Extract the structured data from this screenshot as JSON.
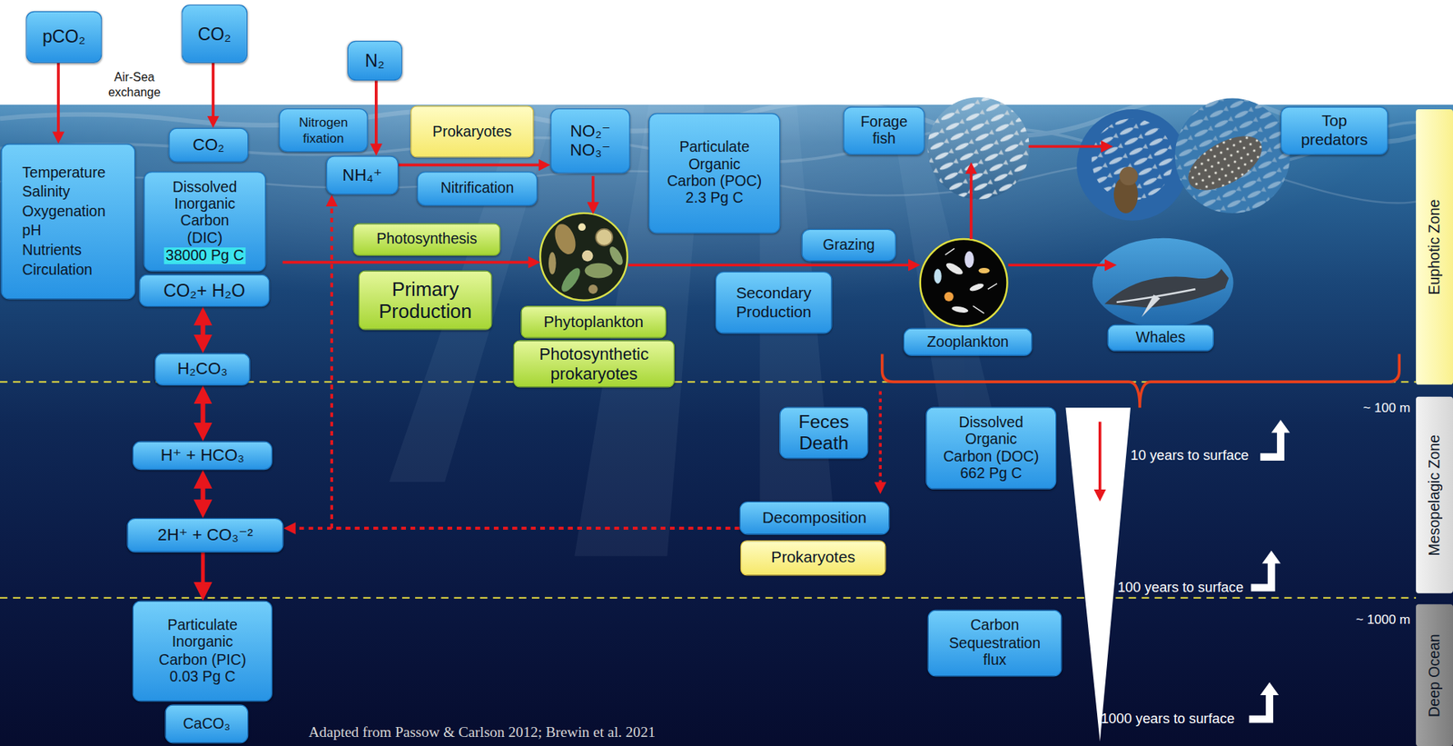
{
  "diagram": {
    "nodes": [
      {
        "text": [
          "pCO₂"
        ]
      },
      {
        "text": [
          "CO₂"
        ]
      },
      {
        "text": [
          "N₂"
        ]
      },
      {
        "text": [
          "Temperature Salinity Oxygenation pH Nutrients Circulation"
        ]
      },
      {
        "text": [
          "CO₂"
        ]
      },
      {
        "text": [
          "Nitrogen fixation"
        ]
      },
      {
        "text": [
          "Prokaryotes"
        ]
      },
      {
        "text": [
          "NO₂⁻ NO₃⁻"
        ]
      },
      {
        "text": [
          "Particulate Organic Carbon (POC)",
          "2.3 Pg C"
        ]
      },
      {
        "text": [
          "Forage fish"
        ]
      },
      {
        "text": [
          "Top predators"
        ]
      },
      {
        "text": [
          "Euphotic Zone"
        ]
      },
      {
        "text": [
          "NH₄⁺"
        ]
      },
      {
        "text": [
          "Nitrification"
        ]
      },
      {
        "text": [
          "Dissolved Inorganic Carbon (DIC)",
          "38000 Pg C"
        ]
      },
      {
        "text": [
          "Photosynthesis"
        ]
      },
      {
        "text": [
          "Grazing"
        ]
      },
      {
        "text": [
          "CO₂+ H₂O"
        ]
      },
      {
        "text": [
          "Primary Production"
        ]
      },
      {
        "text": [
          "Phytoplankton"
        ]
      },
      {
        "text": [
          "Secondary Production"
        ]
      },
      {
        "text": [
          "Zooplankton"
        ]
      },
      {
        "text": [
          "Whales"
        ]
      },
      {
        "text": [
          "Photosynthetic prokaryotes"
        ]
      },
      {
        "text": [
          "H₂CO₃"
        ]
      },
      {
        "text": [
          "Mesopelagic Zone"
        ]
      },
      {
        "text": [
          "Feces Death"
        ]
      },
      {
        "text": [
          "Dissolved Organic Carbon (DOC)",
          "662 Pg C"
        ]
      },
      {
        "text": [
          "H⁺ + HCO₃"
        ]
      },
      {
        "text": [
          "Decomposition"
        ]
      },
      {
        "text": [
          "2H⁺ + CO₃⁻²"
        ]
      },
      {
        "text": [
          "Prokaryotes"
        ]
      },
      {
        "text": [
          "Particulate Inorganic Carbon (PIC)",
          "0.03 Pg C"
        ]
      },
      {
        "text": [
          "Carbon Sequestration flux"
        ]
      },
      {
        "text": [
          "Deep Ocean"
        ]
      },
      {
        "text": [
          "CaCO₃"
        ]
      }
    ],
    "edges": [
      {
        "from": 0,
        "to": 3,
        "arrow": "to"
      },
      {
        "from": 1,
        "to": 4,
        "arrow": "to"
      },
      {
        "from": 2,
        "to": 12,
        "arrow": "to"
      },
      {
        "from": 12,
        "to": 7,
        "arrow": "to"
      },
      {
        "from": 17,
        "to": 24,
        "arrow": "both"
      },
      {
        "from": 24,
        "to": 28,
        "arrow": "both"
      },
      {
        "from": 28,
        "to": 30,
        "arrow": "both"
      },
      {
        "from": 30,
        "to": 32,
        "arrow": "to"
      },
      {
        "from": 29,
        "to": 12,
        "arrow": "to"
      },
      {
        "from": 29,
        "to": 30,
        "arrow": "to"
      }
    ],
    "labels": [
      "Air-Sea exchange",
      "~ 100 m",
      "10 years to surface",
      "100 years to surface",
      "~ 1000 m",
      "1000 years to surface",
      "Adapted from Passow & Carlson 2012; Brewin et al. 2021"
    ]
  }
}
